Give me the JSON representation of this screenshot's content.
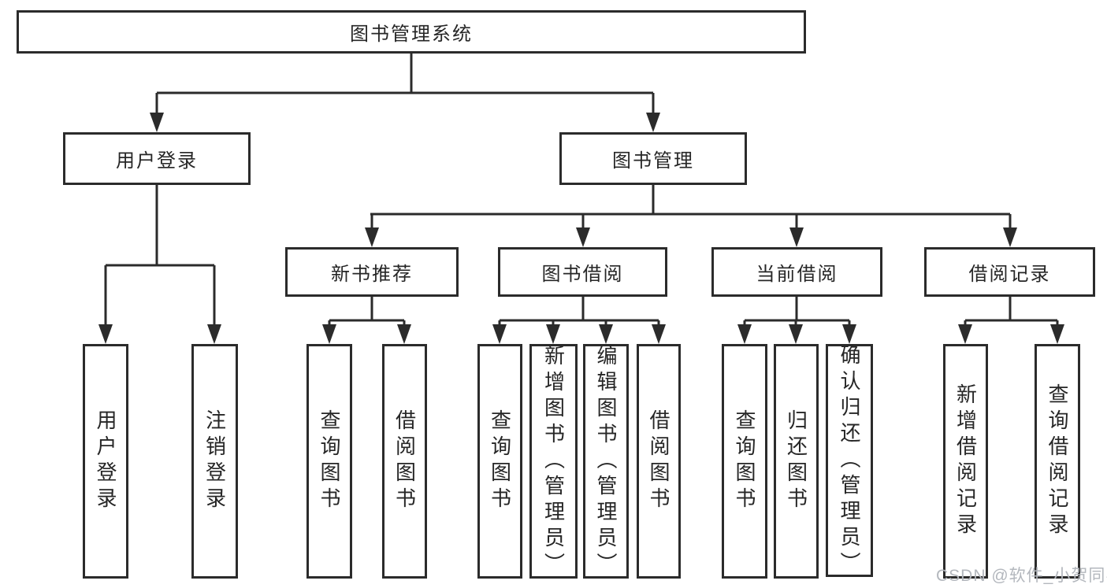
{
  "tree": {
    "label": "图书管理系统",
    "children": [
      {
        "label": "用户登录",
        "children": [
          {
            "label": "用户登录"
          },
          {
            "label": "注销登录"
          }
        ]
      },
      {
        "label": "图书管理",
        "children": [
          {
            "label": "新书推荐",
            "children": [
              {
                "label": "查询图书"
              },
              {
                "label": "借阅图书"
              }
            ]
          },
          {
            "label": "图书借阅",
            "children": [
              {
                "label": "查询图书"
              },
              {
                "label": "新增图书（管理员）"
              },
              {
                "label": "编辑图书（管理员）"
              },
              {
                "label": "借阅图书"
              }
            ]
          },
          {
            "label": "当前借阅",
            "children": [
              {
                "label": "查询图书"
              },
              {
                "label": "归还图书"
              },
              {
                "label": "确认归还（管理员）"
              }
            ]
          },
          {
            "label": "借阅记录",
            "children": [
              {
                "label": "新增借阅记录"
              },
              {
                "label": "查询借阅记录"
              }
            ]
          }
        ]
      }
    ]
  },
  "watermark": {
    "text": "CSDN @软件_小贺同学"
  },
  "colors": {
    "line": "#2b2b2b",
    "box_border": "#2b2b2b",
    "box_background": "#ffffff",
    "text": "#262626",
    "watermark": "#b3b7bd",
    "background": "#ffffff"
  }
}
